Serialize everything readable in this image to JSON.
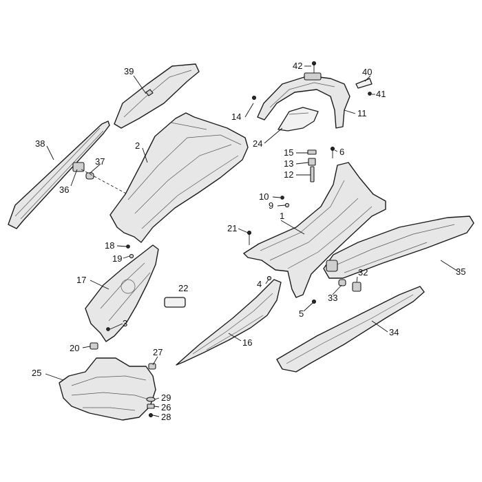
{
  "callouts": {
    "c1": "1",
    "c2": "2",
    "c3": "3",
    "c4": "4",
    "c5": "5",
    "c6": "6",
    "c9": "9",
    "c10": "10",
    "c11": "11",
    "c12": "12",
    "c13": "13",
    "c14": "14",
    "c15": "15",
    "c16": "16",
    "c17": "17",
    "c18": "18",
    "c19": "19",
    "c20": "20",
    "c21": "21",
    "c22": "22",
    "c24": "24",
    "c25": "25",
    "c26": "26",
    "c27": "27",
    "c28": "28",
    "c29": "29",
    "c32": "32",
    "c33": "33",
    "c34": "34",
    "c35": "35",
    "c36": "36",
    "c37": "37",
    "c38": "38",
    "c39": "39",
    "c40": "40",
    "c41": "41",
    "c42": "42"
  }
}
